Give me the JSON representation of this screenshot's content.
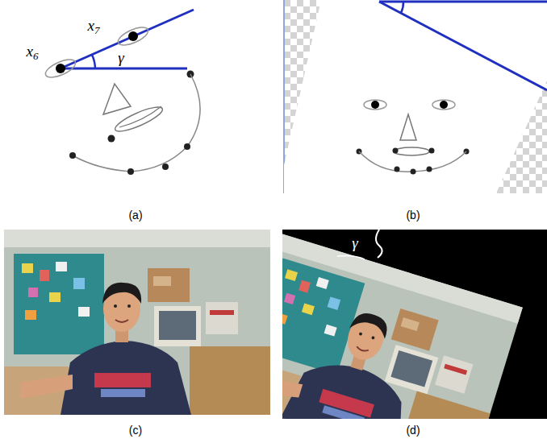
{
  "diagram": {
    "labels": [
      "x7",
      "x6",
      "γ",
      "(a)",
      "(b)",
      "(c)",
      "(d)",
      "γ"
    ]
  }
}
